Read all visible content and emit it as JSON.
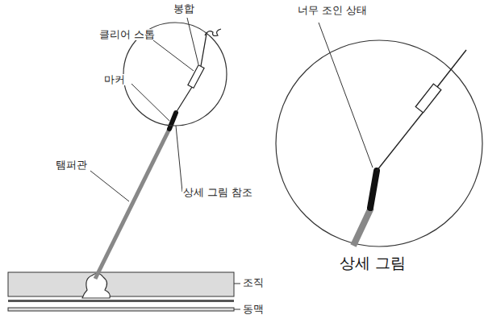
{
  "diagram": {
    "labels": [
      "봉합",
      "클리어 스톱",
      "마커",
      "탬퍼관",
      "상세 그림 참조",
      "조직",
      "동맥",
      "너무 조인 상태",
      "상세 그림"
    ]
  }
}
